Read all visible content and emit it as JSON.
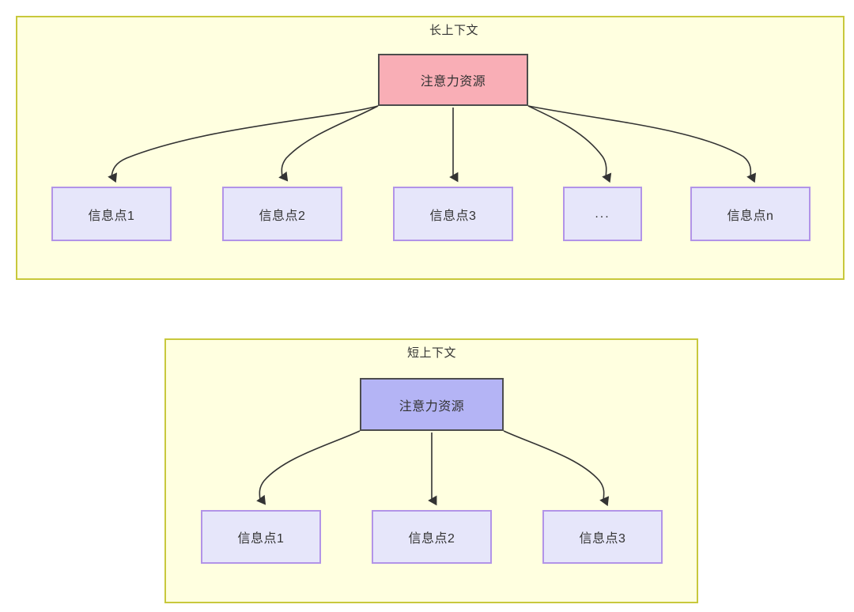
{
  "diagram": {
    "type": "flow-diagram",
    "background_color": "#FFFFFF",
    "panel_fill": "#FFFFE0",
    "panel_border": "#C8C83C",
    "panels": [
      {
        "id": "long-context",
        "title": "长上下文",
        "root": {
          "label": "注意力资源",
          "fill": "#F9AEB6",
          "border": "#4D4D4D"
        },
        "children": [
          {
            "label": "信息点1"
          },
          {
            "label": "信息点2"
          },
          {
            "label": "信息点3"
          },
          {
            "label": "..."
          },
          {
            "label": "信息点n"
          }
        ],
        "child_fill": "#E6E6FA",
        "child_border": "#B294E8",
        "edge_count": 5
      },
      {
        "id": "short-context",
        "title": "短上下文",
        "root": {
          "label": "注意力资源",
          "fill": "#B4B4F5",
          "border": "#4D4D4D"
        },
        "children": [
          {
            "label": "信息点1"
          },
          {
            "label": "信息点2"
          },
          {
            "label": "信息点3"
          }
        ],
        "child_fill": "#E6E6FA",
        "child_border": "#B294E8",
        "edge_count": 3
      }
    ],
    "edge_color": "#333333"
  }
}
